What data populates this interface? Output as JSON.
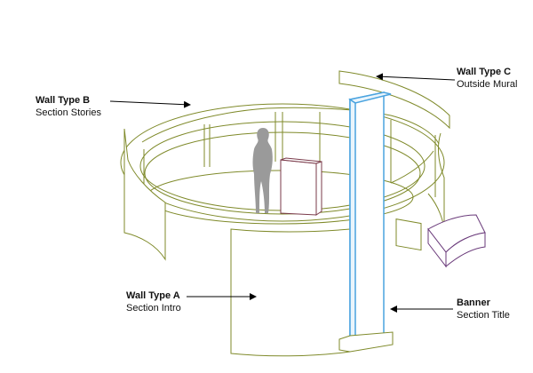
{
  "labels": {
    "wall_c": {
      "title": "Wall Type C",
      "subtitle": "Outside Mural"
    },
    "wall_b": {
      "title": "Wall Type B",
      "subtitle": "Section Stories"
    },
    "wall_a": {
      "title": "Wall Type A",
      "subtitle": "Section Intro"
    },
    "banner": {
      "title": "Banner",
      "subtitle": "Section Title"
    }
  },
  "colors": {
    "wall_outline": "#7f8a2a",
    "banner_outline": "#4aa3df",
    "bench_outline": "#6a3a7a",
    "panel_outline": "#7a3a4a",
    "figure_fill": "#9a9a9a",
    "leader": "#000000"
  }
}
